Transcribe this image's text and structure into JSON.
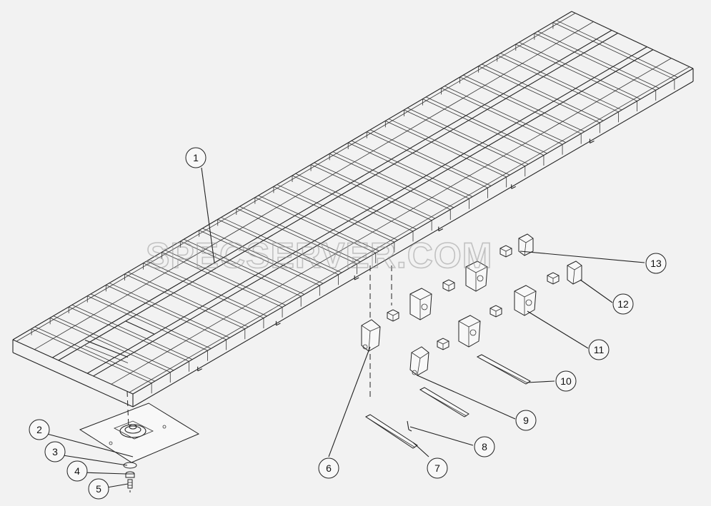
{
  "watermark": "SPECSERVER.COM",
  "callouts": [
    {
      "id": "c1",
      "label": "1"
    },
    {
      "id": "c2",
      "label": "2"
    },
    {
      "id": "c3",
      "label": "3"
    },
    {
      "id": "c4",
      "label": "4"
    },
    {
      "id": "c5",
      "label": "5"
    },
    {
      "id": "c6",
      "label": "6"
    },
    {
      "id": "c7",
      "label": "7"
    },
    {
      "id": "c8",
      "label": "8"
    },
    {
      "id": "c9",
      "label": "9"
    },
    {
      "id": "c10",
      "label": "10"
    },
    {
      "id": "c11",
      "label": "11"
    },
    {
      "id": "c12",
      "label": "12"
    },
    {
      "id": "c13",
      "label": "13"
    }
  ]
}
